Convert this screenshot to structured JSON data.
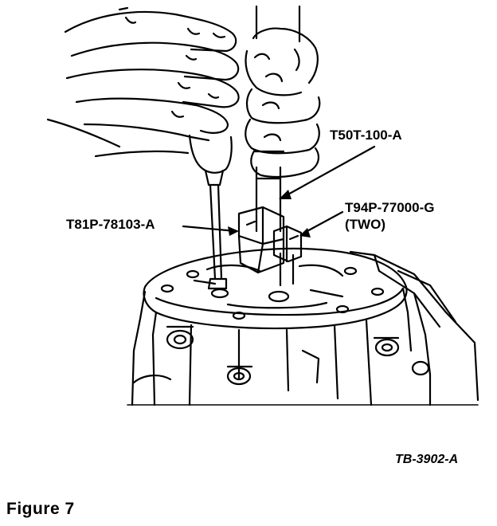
{
  "callouts": {
    "tool_upper": "T50T-100-A",
    "tool_right": "T94P-77000-G",
    "tool_right_qty": "(TWO)",
    "tool_left": "T81P-78103-A",
    "drawing_code": "TB-3902-A"
  },
  "caption": "Figure 7",
  "colors": {
    "ink": "#000000",
    "paper": "#ffffff"
  }
}
